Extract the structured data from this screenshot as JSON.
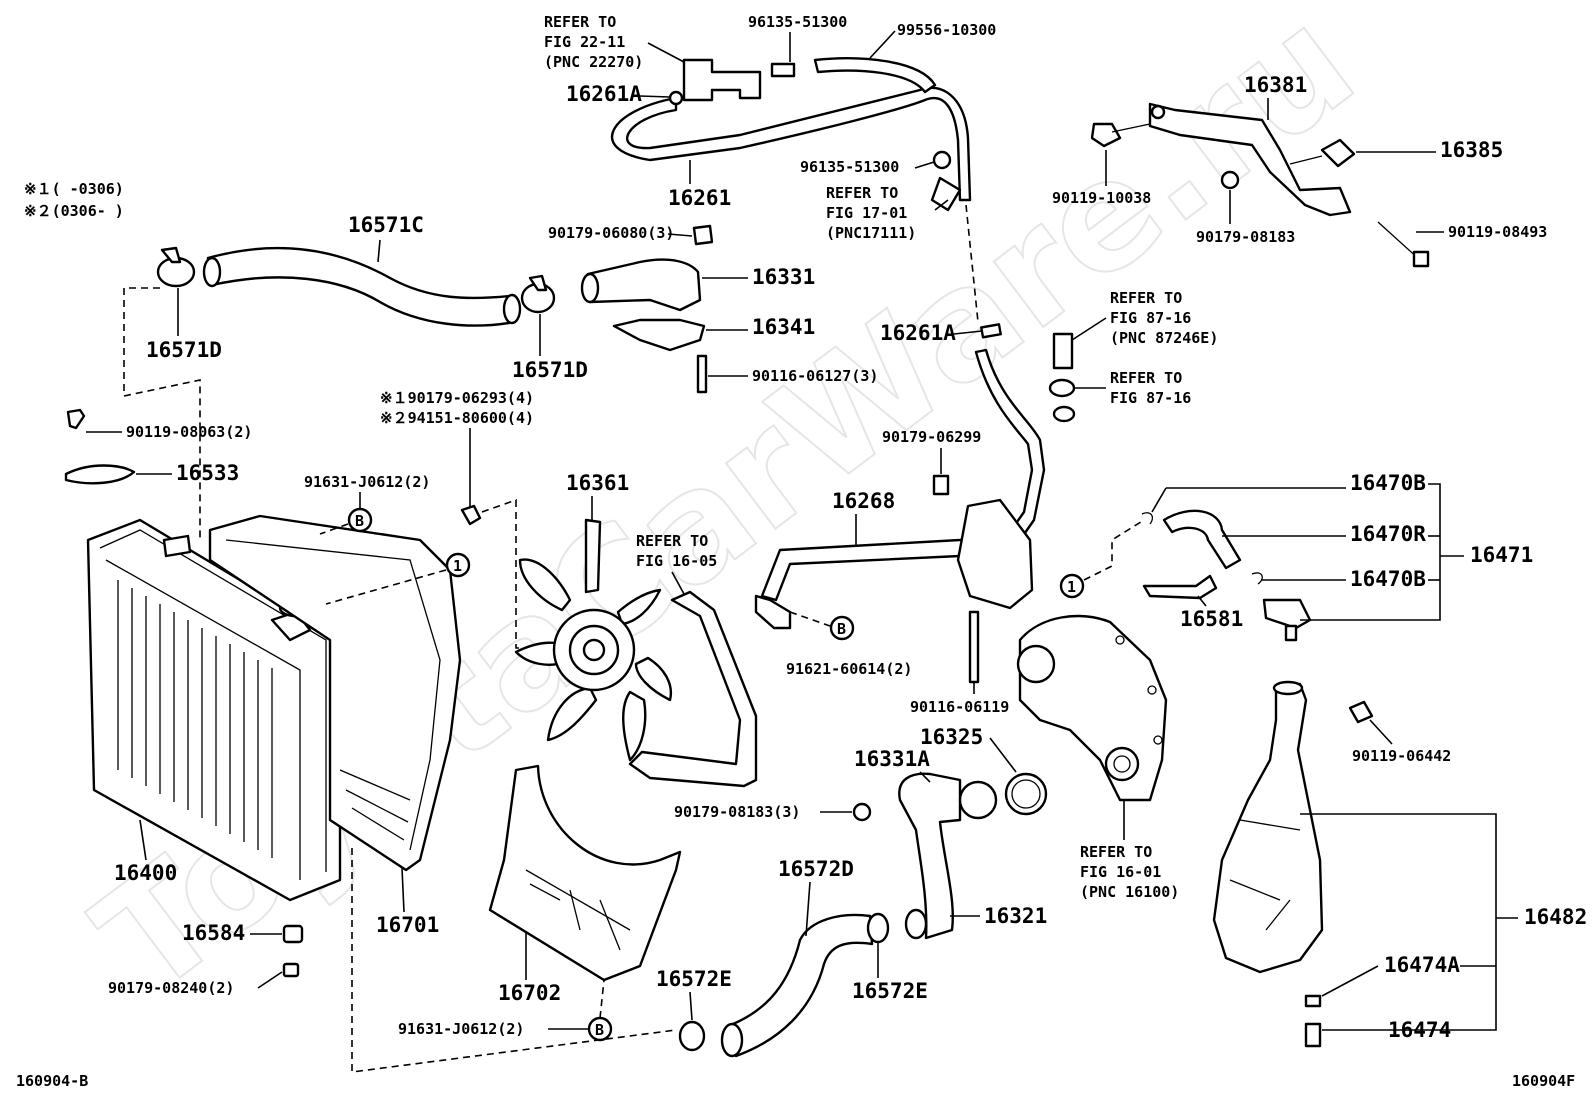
{
  "watermark": "ToyotaCarWare.ru",
  "legend": {
    "note1": "※１(      -0306)",
    "note2": "※２(0306-      )"
  },
  "labels": {
    "ref_22_11_a": "REFER TO",
    "ref_22_11_b": "FIG 22-11",
    "ref_22_11_c": "(PNC 22270)",
    "p96135_top": "96135-51300",
    "p99556": "99556-10300",
    "p16261A_top": "16261A",
    "p16261": "16261",
    "p96135_mid": "96135-51300",
    "ref_17_01_a": "REFER TO",
    "ref_17_01_b": "FIG 17-01",
    "ref_17_01_c": "(PNC17111)",
    "p16381": "16381",
    "p90119_10038": "90119-10038",
    "p16385": "16385",
    "p90179_08183_r": "90179-08183",
    "p90119_08493": "90119-08493",
    "p16571C": "16571C",
    "p16571D_l": "16571D",
    "p16571D_r": "16571D",
    "p90179_06080": "90179-06080(3)",
    "p16331": "16331",
    "p16341": "16341",
    "p90116_06127": "90116-06127(3)",
    "p16261A_mid": "16261A",
    "ref_87_16a_a": "REFER TO",
    "ref_87_16a_b": "FIG 87-16",
    "ref_87_16a_c": "(PNC 87246E)",
    "ref_87_16b_a": "REFER TO",
    "ref_87_16b_b": "FIG 87-16",
    "p90119_08063": "90119-08063(2)",
    "p16533": "16533",
    "note_bolt1": "※１90179-06293(4)",
    "note_bolt2": "※２94151-80600(4)",
    "p91631_top": "91631-J0612(2)",
    "p90179_06299": "90179-06299",
    "p16361": "16361",
    "ref_16_05_a": "REFER TO",
    "ref_16_05_b": "FIG 16-05",
    "p16268": "16268",
    "p16470B_top": "16470B",
    "p16470R": "16470R",
    "p16471": "16471",
    "p16470B_bot": "16470B",
    "p16581": "16581",
    "p91621": "91621-60614(2)",
    "p90116_06119": "90116-06119",
    "p16325": "16325",
    "p16331A": "16331A",
    "p90119_06442": "90119-06442",
    "p90179_08183_m": "90179-08183(3)",
    "p16400": "16400",
    "p16701": "16701",
    "p16572D": "16572D",
    "ref_16_01_a": "REFER TO",
    "ref_16_01_b": "FIG 16-01",
    "ref_16_01_c": "(PNC 16100)",
    "p16321": "16321",
    "p16482": "16482",
    "p16584": "16584",
    "p16572E_m": "16572E",
    "p16572E_b": "16572E",
    "p16702": "16702",
    "p90179_08240": "90179-08240(2)",
    "p91631_bot": "91631-J0612(2)",
    "p16474A": "16474A",
    "p16474": "16474",
    "code_left": "160904-B",
    "code_right": "160904F",
    "marker_B": "B",
    "marker_1": "1"
  }
}
